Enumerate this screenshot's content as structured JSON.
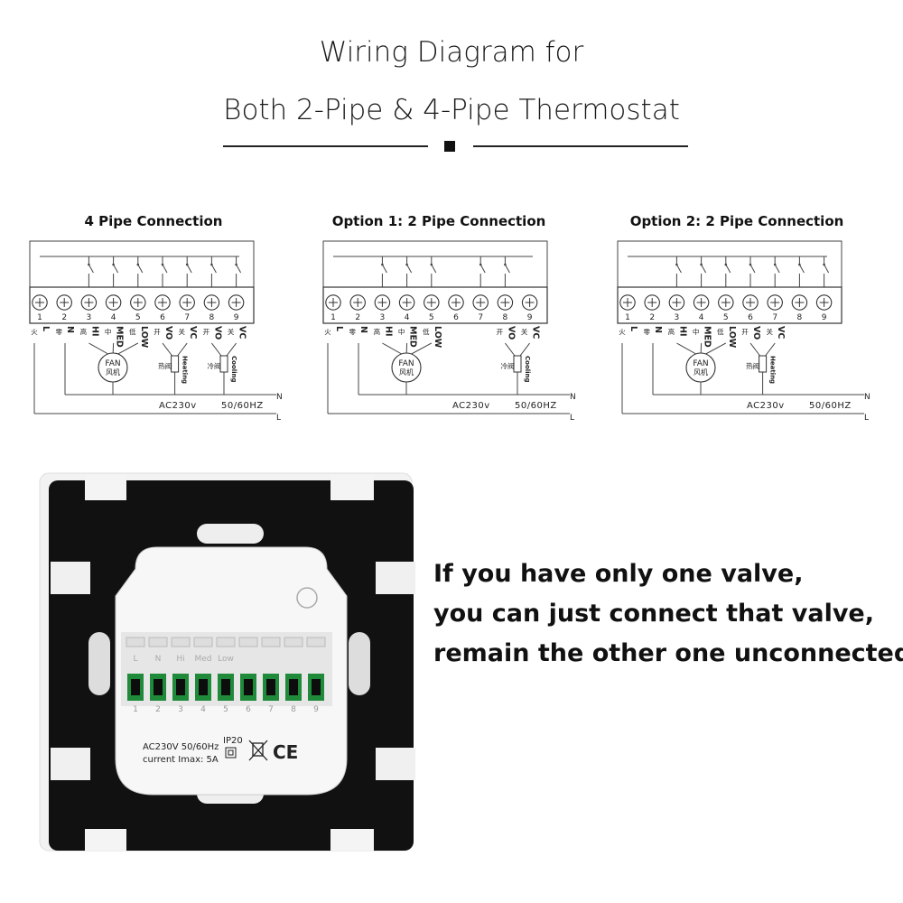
{
  "title": {
    "line1": "Wiring Diagram for",
    "line2": "Both 2-Pipe & 4-Pipe Thermostat"
  },
  "diagrams": [
    {
      "title": "4 Pipe Connection",
      "terminals": [
        "1",
        "2",
        "3",
        "4",
        "5",
        "6",
        "7",
        "8",
        "9"
      ],
      "labels": [
        "L",
        "N",
        "HI",
        "MED",
        "LOW",
        "VO",
        "VC",
        "VO",
        "VC"
      ],
      "cn_labels": [
        "火",
        "零",
        "高",
        "中",
        "低",
        "开",
        "关",
        "开",
        "关"
      ],
      "fan_label": "FAN",
      "fan_cn": "风机",
      "valves": [
        {
          "cn": "热阀",
          "en": "Heating"
        },
        {
          "cn": "冷阀",
          "en": "Cooling"
        }
      ],
      "supply": "AC230v",
      "freq": "50/60HZ",
      "n_label": "N",
      "l_label": "L"
    },
    {
      "title": "Option 1: 2 Pipe Connection",
      "terminals": [
        "1",
        "2",
        "3",
        "4",
        "5",
        "6",
        "7",
        "8",
        "9"
      ],
      "labels": [
        "L",
        "N",
        "HI",
        "MED",
        "LOW",
        "",
        "",
        "VO",
        "VC"
      ],
      "cn_labels": [
        "火",
        "零",
        "高",
        "中",
        "低",
        "",
        "",
        "开",
        "关"
      ],
      "fan_label": "FAN",
      "fan_cn": "风机",
      "valves": [
        {
          "cn": "冷阀",
          "en": "Cooling"
        }
      ],
      "supply": "AC230v",
      "freq": "50/60HZ",
      "n_label": "N",
      "l_label": "L"
    },
    {
      "title": "Option 2: 2 Pipe Connection",
      "terminals": [
        "1",
        "2",
        "3",
        "4",
        "5",
        "6",
        "7",
        "8",
        "9"
      ],
      "labels": [
        "L",
        "N",
        "HI",
        "MED",
        "LOW",
        "VO",
        "VC",
        "",
        ""
      ],
      "cn_labels": [
        "火",
        "零",
        "高",
        "中",
        "低",
        "开",
        "关",
        "",
        ""
      ],
      "fan_label": "FAN",
      "fan_cn": "风机",
      "valves": [
        {
          "cn": "热阀",
          "en": "Heating"
        }
      ],
      "supply": "AC230v",
      "freq": "50/60HZ",
      "n_label": "N",
      "l_label": "L"
    }
  ],
  "device": {
    "rating_line1": "AC230V 50/60Hz",
    "rating_line2": "current Imax: 5A",
    "ip": "IP20",
    "ce": "CE",
    "strip_labels": [
      "L",
      "N",
      "Hi",
      "Med",
      "Low",
      "",
      "",
      "",
      ""
    ],
    "terminal_numbers": [
      "1",
      "2",
      "3",
      "4",
      "5",
      "6",
      "7",
      "8",
      "9"
    ]
  },
  "callout": {
    "line1": "If you have only one valve,",
    "line2": "you can just connect that valve,",
    "line3": "remain the other one unconnected"
  }
}
